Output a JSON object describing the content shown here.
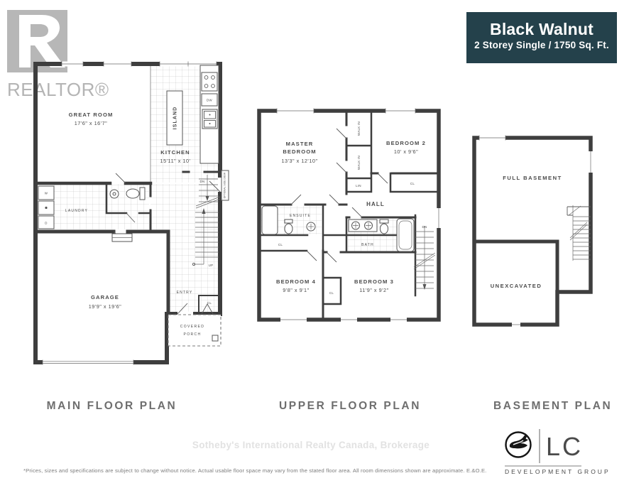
{
  "header": {
    "realtor": "REALTOR®",
    "title": "Black Walnut",
    "subtitle": "2 Storey Single / 1750 Sq. Ft."
  },
  "main": {
    "caption": "MAIN FLOOR PLAN",
    "great_room": "GREAT ROOM",
    "great_room_dims": "17'6\" x 16'7\"",
    "kitchen": "KITCHEN",
    "kitchen_dims": "15'11\" x 10'",
    "island": "ISLAND",
    "laundry": "LAUNDRY",
    "garage": "GARAGE",
    "garage_dims": "19'9\" x 19'6\"",
    "entry": "ENTRY",
    "covered": "COVERED",
    "porch": "PORCH",
    "cl": "CL",
    "up": "UP",
    "dn": "DN",
    "dw": "DW",
    "w": "W",
    "d": "D",
    "optional_side_door": "OPTIONAL SIDE DOOR"
  },
  "upper": {
    "caption": "UPPER FLOOR PLAN",
    "master_1": "MASTER",
    "master_2": "BEDROOM",
    "master_dims": "13'3\" x 12'10\"",
    "bedroom2": "BEDROOM 2",
    "bedroom2_dims": "10' x 9'6\"",
    "bedroom3": "BEDROOM 3",
    "bedroom3_dims": "11'9\" x 9'2\"",
    "bedroom4": "BEDROOM 4",
    "bedroom4_dims": "9'8\" x 9'1\"",
    "walk_in": "WALK IN",
    "ensuite": "ENSUITE",
    "hall": "HALL",
    "bath": "BATH",
    "lin": "LIN",
    "cl": "CL",
    "dn": "DN"
  },
  "basement": {
    "caption": "BASEMENT PLAN",
    "full_basement": "FULL BASEMENT",
    "unexcavated": "UNEXCAVATED"
  },
  "footer": {
    "watermark": "Sotheby's International Realty Canada, Brokerage",
    "disclaimer": "*Prices, sizes and specifications are subject to change without notice. Actual usable floor space may vary from the stated floor area. All room dimensions shown are approximate. E.&O.E.",
    "logo_initials": "LC",
    "logo_name": "DEVELOPMENT GROUP"
  },
  "colors": {
    "title_bg": "#24414b",
    "wall": "#3e3e3e"
  }
}
